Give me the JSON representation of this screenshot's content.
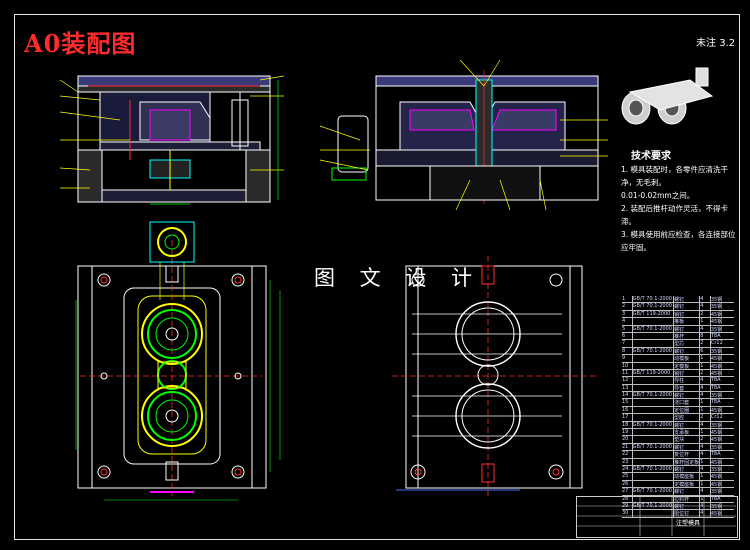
{
  "drawing": {
    "title": "A0装配图",
    "watermark": "图 文 设 计",
    "corner_mark": "未注",
    "roughness": "3.2"
  },
  "technical_notes": {
    "heading": "技术要求",
    "lines": [
      "1. 模具装配时，各零件应清洗干净，无毛刺。",
      "0.01-0.02mm之间。",
      "2. 装配后推杆动作灵活，不得卡滞。",
      "3. 模具使用前应检查，各连接部位应牢固。"
    ]
  },
  "bom": {
    "rows": [
      [
        "1",
        "GB/T 70.1-2000",
        "螺钉",
        "4",
        "35钢"
      ],
      [
        "2",
        "GB/T 70.1-2000",
        "螺钉",
        "4",
        "35钢"
      ],
      [
        "3",
        "GB/T 119-2000",
        "销钉",
        "2",
        "45钢"
      ],
      [
        "4",
        "",
        "推板",
        "1",
        "45钢"
      ],
      [
        "5",
        "GB/T 70.1-2000",
        "螺钉",
        "4",
        "35钢"
      ],
      [
        "6",
        "",
        "推杆",
        "8",
        "T8A"
      ],
      [
        "7",
        "",
        "型芯",
        "2",
        "Cr12"
      ],
      [
        "8",
        "GB/T 70.1-2000",
        "螺钉",
        "6",
        "35钢"
      ],
      [
        "9",
        "",
        "动模板",
        "1",
        "45钢"
      ],
      [
        "10",
        "",
        "定模板",
        "1",
        "45钢"
      ],
      [
        "11",
        "GB/T 119-2000",
        "销钉",
        "2",
        "45钢"
      ],
      [
        "12",
        "",
        "导柱",
        "4",
        "T8A"
      ],
      [
        "13",
        "",
        "导套",
        "4",
        "T8A"
      ],
      [
        "14",
        "GB/T 70.1-2000",
        "螺钉",
        "4",
        "35钢"
      ],
      [
        "15",
        "",
        "浇口套",
        "1",
        "T8A"
      ],
      [
        "16",
        "",
        "定位圈",
        "1",
        "45钢"
      ],
      [
        "17",
        "",
        "型腔",
        "2",
        "Cr12"
      ],
      [
        "18",
        "GB/T 70.1-2000",
        "螺钉",
        "4",
        "35钢"
      ],
      [
        "19",
        "",
        "支承板",
        "1",
        "45钢"
      ],
      [
        "20",
        "",
        "垫块",
        "2",
        "45钢"
      ],
      [
        "21",
        "GB/T 70.1-2000",
        "螺钉",
        "4",
        "35钢"
      ],
      [
        "22",
        "",
        "复位杆",
        "4",
        "T8A"
      ],
      [
        "23",
        "",
        "推杆固定板",
        "1",
        "45钢"
      ],
      [
        "24",
        "GB/T 70.1-2000",
        "螺钉",
        "4",
        "35钢"
      ],
      [
        "25",
        "",
        "动模座板",
        "1",
        "45钢"
      ],
      [
        "26",
        "",
        "定模座板",
        "1",
        "45钢"
      ],
      [
        "27",
        "GB/T 70.1-2000",
        "螺钉",
        "4",
        "35钢"
      ],
      [
        "28",
        "",
        "拉料杆",
        "1",
        "T8A"
      ],
      [
        "29",
        "GB/T 70.1-2000",
        "螺钉",
        "4",
        "35钢"
      ],
      [
        "30",
        "",
        "限位钉",
        "4",
        "45钢"
      ]
    ]
  },
  "title_block": {
    "name": "注塑模具"
  },
  "colors": {
    "background": "#000000",
    "red": "#ff2b2b",
    "yellow": "#ffff00",
    "green": "#00ff00",
    "cyan": "#00ffff",
    "magenta": "#ff00ff",
    "blue": "#4a6bff",
    "white": "#ffffff"
  }
}
